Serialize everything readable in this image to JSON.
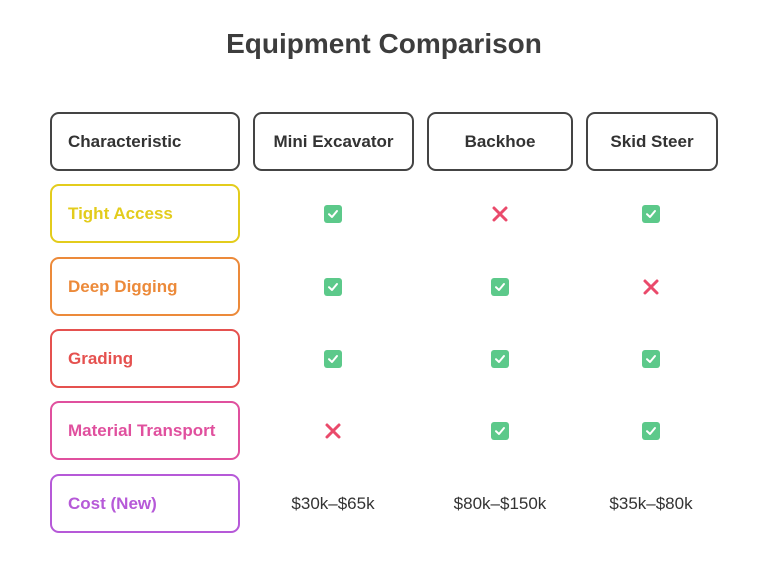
{
  "title": "Equipment Comparison",
  "headers": [
    "Characteristic",
    "Mini Excavator",
    "Backhoe",
    "Skid Steer"
  ],
  "rows": [
    {
      "label": "Tight Access",
      "color": "#e3cc1c",
      "values": [
        "check",
        "cross",
        "check"
      ]
    },
    {
      "label": "Deep Digging",
      "color": "#ec8a3a",
      "values": [
        "check",
        "check",
        "cross"
      ]
    },
    {
      "label": "Grading",
      "color": "#e5514f",
      "values": [
        "check",
        "check",
        "check"
      ]
    },
    {
      "label": "Material Transport",
      "color": "#e0509e",
      "values": [
        "cross",
        "check",
        "check"
      ]
    },
    {
      "label": "Cost (New)",
      "color": "#b659d8",
      "values": [
        "$30k–$65k",
        "$80k–$150k",
        "$35k–$80k"
      ]
    }
  ],
  "colors": {
    "check": "#5cc98a",
    "cross": "#ea4a6b",
    "header_border": "#444444"
  }
}
